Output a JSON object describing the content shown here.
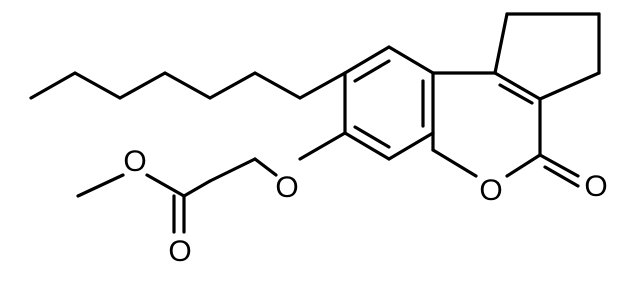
{
  "molecule": {
    "atoms": {
      "o_ring": "O",
      "o_carbonyl_ring": "O",
      "o_ether": "O",
      "o_ester": "O",
      "o_carbonyl_ester": "O"
    }
  },
  "colors": {
    "bond": "#000000",
    "label": "#000000",
    "background": "#ffffff"
  }
}
